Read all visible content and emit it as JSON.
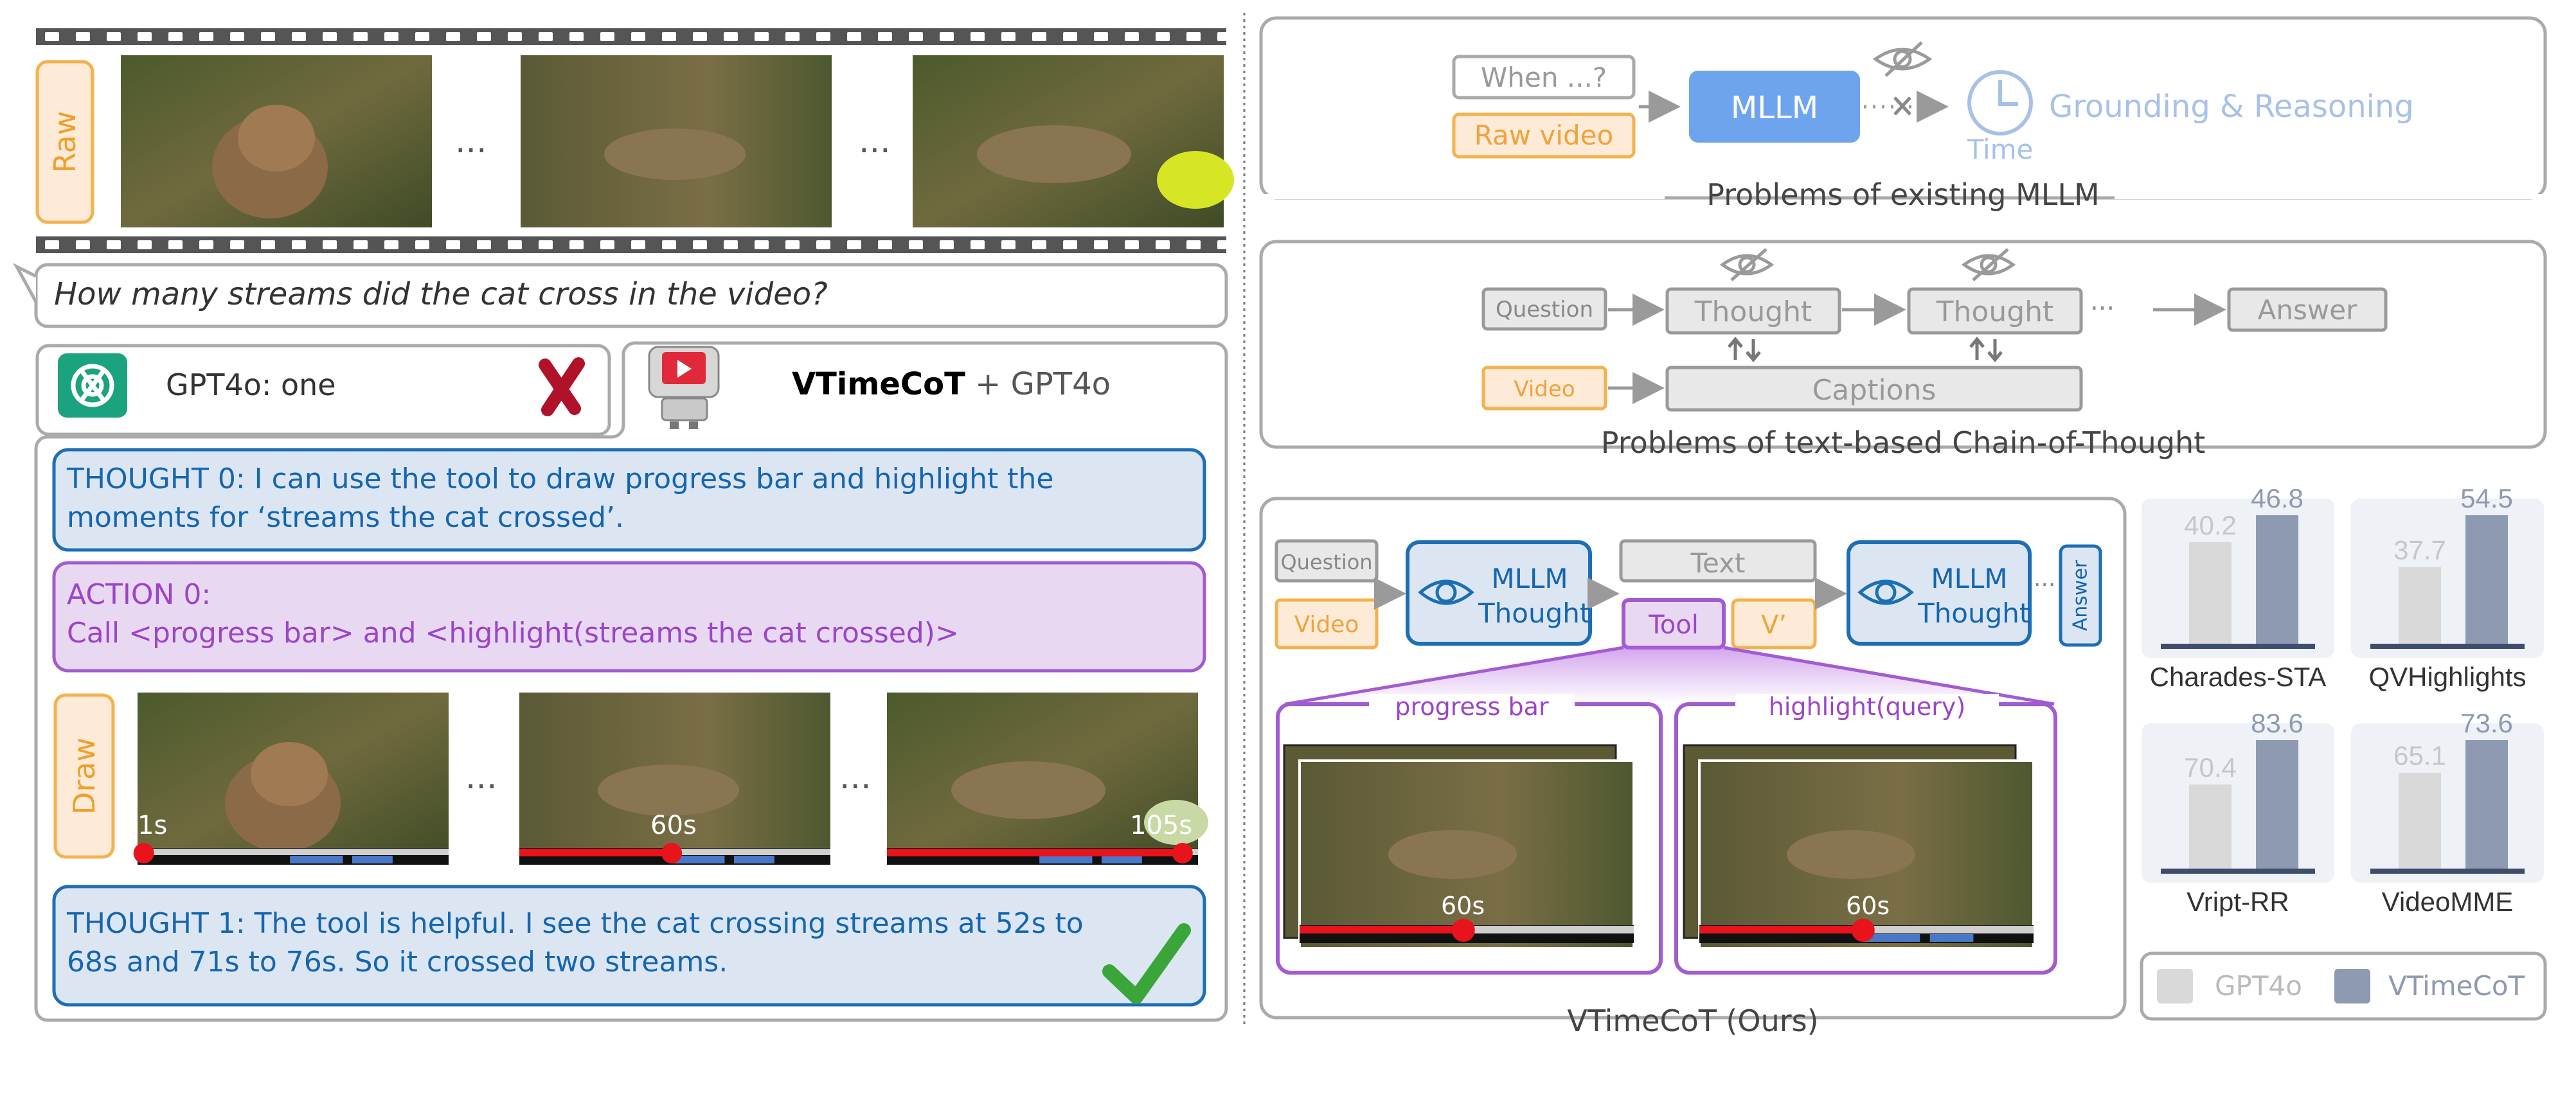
{
  "left": {
    "raw_label": "Raw",
    "ellipsis": "...",
    "question": "How many streams did the cat cross in the video?",
    "baseline_answer": "GPT4o: one",
    "method_name": "VTimeCoT",
    "method_suffix": "+ GPT4o",
    "thought0": "THOUGHT 0: I can use the tool to draw progress bar and highlight the moments for ‘streams the cat crossed’.",
    "action0_title": "ACTION 0:",
    "action0_body": "Call <progress bar> and <highlight(streams the cat crossed)>",
    "draw_label": "Draw",
    "frame_times": [
      "1s",
      "60s",
      "105s"
    ],
    "progress_fractions": [
      0.02,
      0.49,
      0.95
    ],
    "thought1": "THOUGHT 1: The tool is helpful. I see the cat crossing streams at 52s to 68s and 71s to 76s. So it crossed two streams."
  },
  "panel1": {
    "when_box": "When ...?",
    "raw_video_box": "Raw video",
    "mllm_box": "MLLM",
    "time_label": "Time",
    "grounding_label": "Grounding & Reasoning",
    "caption": "Problems of existing MLLM"
  },
  "panel2": {
    "question_box": "Question",
    "thought_box": "Thought",
    "ellipsis": "...",
    "answer_box": "Answer",
    "video_box": "Video",
    "captions_box": "Captions",
    "caption": "Problems of text-based Chain-of-Thought"
  },
  "panel3": {
    "question_box": "Question",
    "video_box": "Video",
    "mllm_thought_line1": "MLLM",
    "mllm_thought_line2": "Thought",
    "text_box": "Text",
    "tool_box": "Tool",
    "vprime_box": "V’",
    "answer_box": "Answer",
    "ellipsis": "...",
    "progress_bar_label": "progress bar",
    "highlight_label": "highlight(query)",
    "frame_time": "60s",
    "progress_fraction": 0.49,
    "caption": "VTimeCoT (Ours)"
  },
  "colors": {
    "blue_box_fill": "#dce6f2",
    "blue_box_border": "#1d6eb5",
    "blue_text": "#1565b0",
    "purple_fill": "#e8d8f2",
    "purple_border": "#a35bd1",
    "purple_text": "#9b45c8",
    "orange_fill": "#fdebd8",
    "orange_border": "#f4b24e",
    "orange_text": "#ef9f2b",
    "mllm_fill": "#6ea4ee",
    "gray_box": "#e8e8e8",
    "gray_border": "#9a9a9a",
    "red": "#e8131b",
    "green": "#3aa63a",
    "bar_gpt4o": "#d9d9d9",
    "bar_vtimecot": "#8e9ab1"
  },
  "icons": [
    "openai-logo-icon",
    "robot-icon",
    "eye-icon",
    "crossed-eye-icon",
    "clock-icon",
    "red-x-icon",
    "green-check-icon"
  ],
  "chart_data": [
    {
      "type": "bar",
      "title": "Charades-STA",
      "categories": [
        "GPT4o",
        "VTimeCoT"
      ],
      "values": [
        40.2,
        46.8
      ]
    },
    {
      "type": "bar",
      "title": "QVHighlights",
      "categories": [
        "GPT4o",
        "VTimeCoT"
      ],
      "values": [
        37.7,
        54.5
      ]
    },
    {
      "type": "bar",
      "title": "Vript-RR",
      "categories": [
        "GPT4o",
        "VTimeCoT"
      ],
      "values": [
        70.4,
        83.6
      ]
    },
    {
      "type": "bar",
      "title": "VideoMME",
      "categories": [
        "GPT4o",
        "VTimeCoT"
      ],
      "values": [
        65.1,
        73.6
      ]
    }
  ],
  "legend": {
    "gpt4o": "GPT4o",
    "vtimecot": "VTimeCoT"
  }
}
